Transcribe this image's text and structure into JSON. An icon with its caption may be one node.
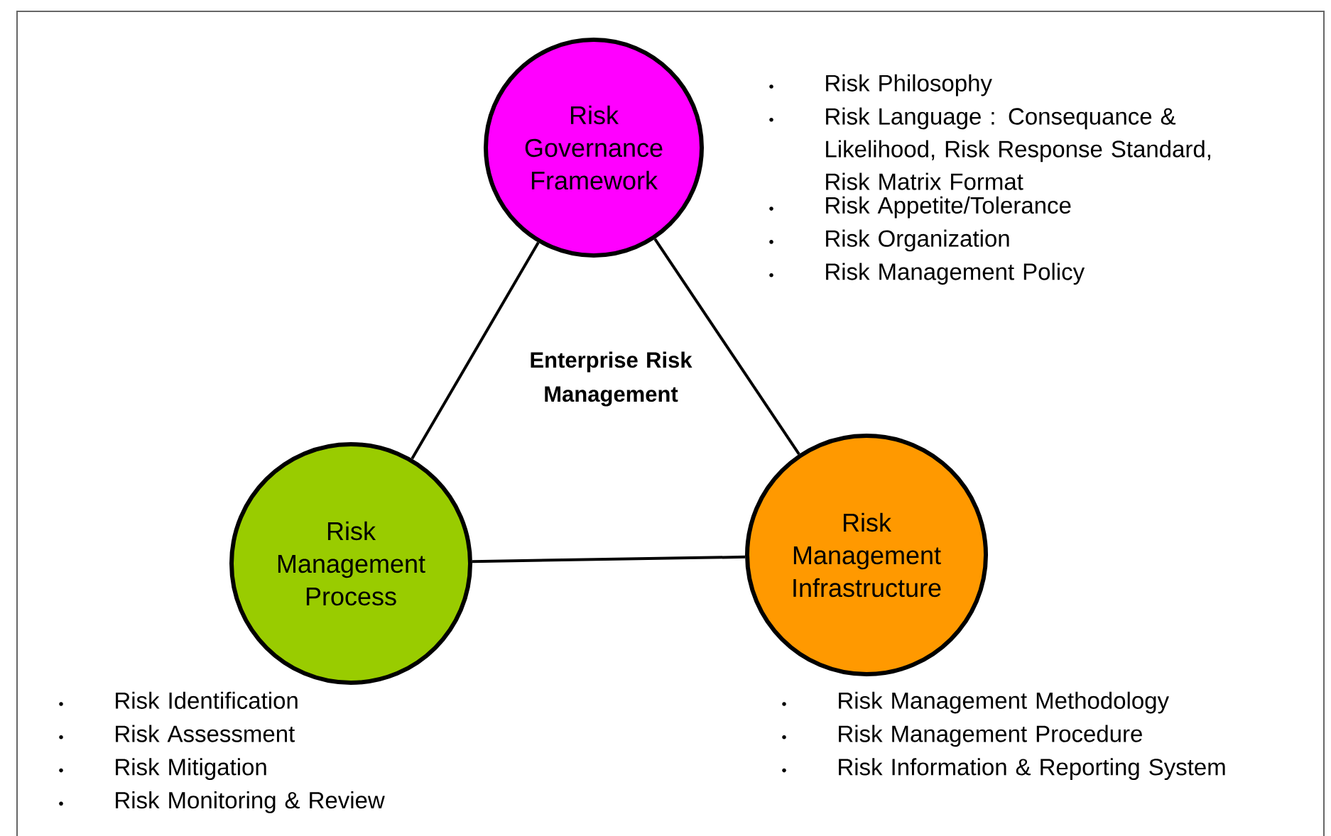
{
  "diagram": {
    "nodes": [
      {
        "text": [
          "Risk Governance Framework"
        ],
        "beside": [
          "Risk Philosophy",
          "Risk Language : Consequance & Likelihood, Risk Response Standard, Risk Matrix Format",
          "Risk Appetite/Tolerance",
          "Risk Organization",
          "Risk Management Policy"
        ]
      },
      {
        "text": [
          "Risk Management Process"
        ],
        "beside": [
          "Risk Identification",
          "Risk Assessment",
          "Risk Mitigation",
          "Risk Monitoring & Review"
        ]
      },
      {
        "text": [
          "Risk Management Infrastructure"
        ],
        "beside": [
          "Risk Management Methodology",
          "Risk Management Procedure",
          "Risk Information & Reporting System"
        ]
      }
    ],
    "edges": [
      {
        "from": 0,
        "to": 1,
        "arrow": "none"
      },
      {
        "from": 0,
        "to": 2,
        "arrow": "none"
      },
      {
        "from": 1,
        "to": 2,
        "arrow": "none"
      }
    ],
    "labels": [
      "Enterprise Risk Management"
    ]
  }
}
